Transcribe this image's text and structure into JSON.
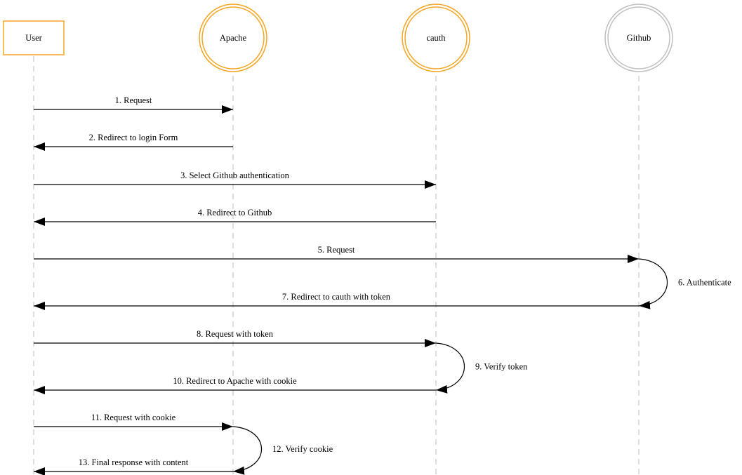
{
  "colors": {
    "highlight": "#f5a623",
    "neutral": "#c0c0c0",
    "lifeline": "#c8c8c8",
    "arrow": "#000000"
  },
  "actors": [
    {
      "id": "user",
      "label": "User",
      "shape": "box",
      "color": "highlight"
    },
    {
      "id": "apache",
      "label": "Apache",
      "shape": "double-circle",
      "color": "highlight"
    },
    {
      "id": "cauth",
      "label": "cauth",
      "shape": "double-circle",
      "color": "highlight"
    },
    {
      "id": "github",
      "label": "Github",
      "shape": "double-circle",
      "color": "neutral"
    }
  ],
  "messages": [
    {
      "from": "user",
      "to": "apache",
      "label": "1. Request"
    },
    {
      "from": "apache",
      "to": "user",
      "label": "2. Redirect to login Form"
    },
    {
      "from": "user",
      "to": "cauth",
      "label": "3. Select Github authentication"
    },
    {
      "from": "cauth",
      "to": "user",
      "label": "4. Redirect to Github"
    },
    {
      "from": "user",
      "to": "github",
      "label": "5. Request"
    },
    {
      "from": "github",
      "to": "github",
      "label": "6. Authenticate"
    },
    {
      "from": "github",
      "to": "user",
      "label": "7. Redirect to cauth with token"
    },
    {
      "from": "user",
      "to": "cauth",
      "label": "8. Request with token"
    },
    {
      "from": "cauth",
      "to": "cauth",
      "label": "9. Verify token"
    },
    {
      "from": "cauth",
      "to": "user",
      "label": "10. Redirect to Apache with cookie"
    },
    {
      "from": "user",
      "to": "apache",
      "label": "11. Request with cookie"
    },
    {
      "from": "apache",
      "to": "apache",
      "label": "12. Verify cookie"
    },
    {
      "from": "apache",
      "to": "user",
      "label": "13. Final response with content"
    }
  ]
}
